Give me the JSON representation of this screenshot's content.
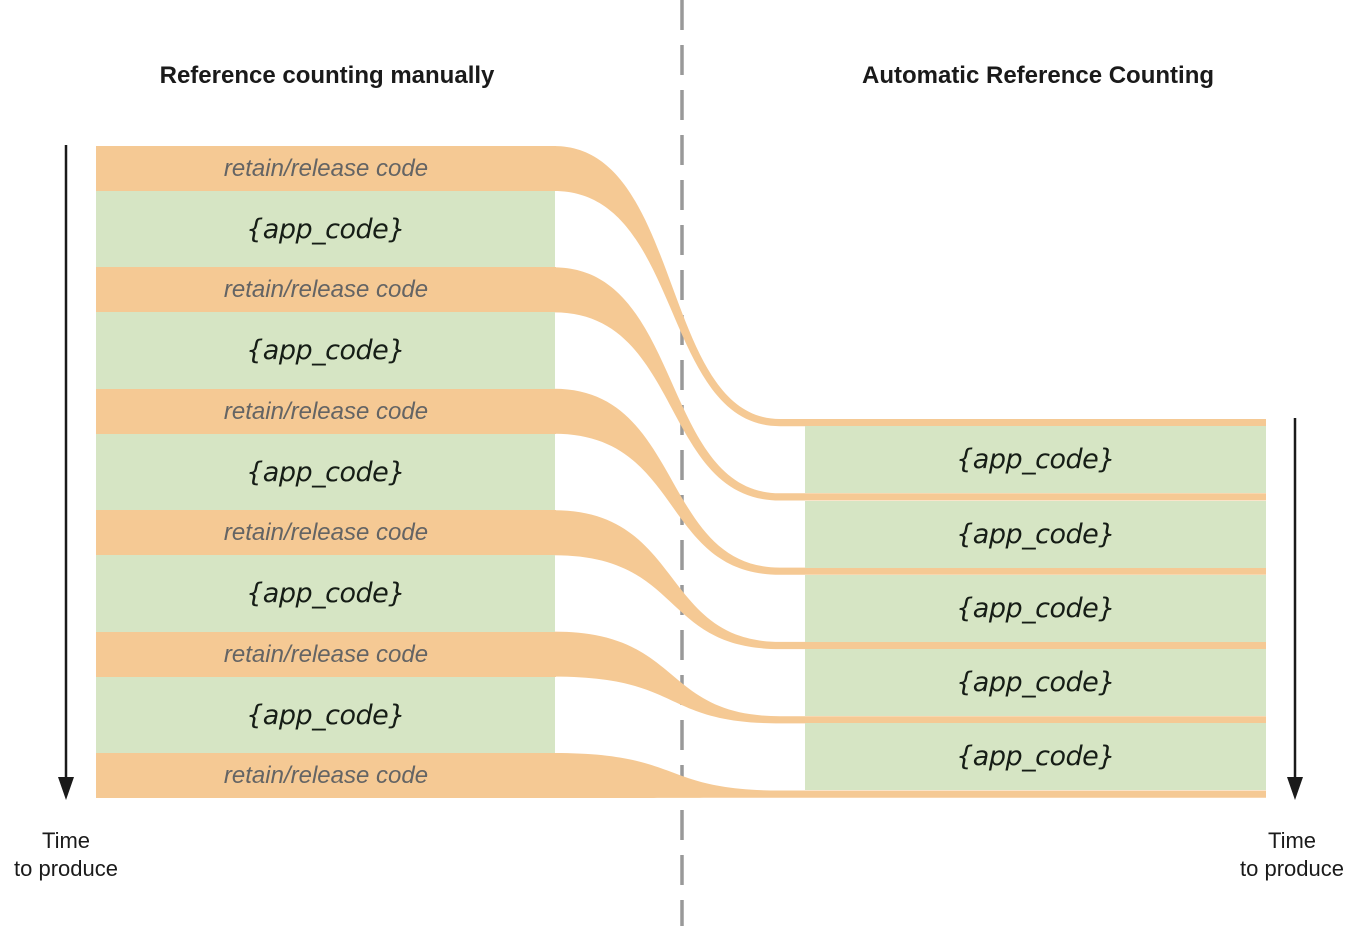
{
  "titles": {
    "left": "Reference counting manually",
    "right": "Automatic Reference Counting"
  },
  "left_column": {
    "bands": [
      {
        "type": "retain",
        "label": "retain/release code"
      },
      {
        "type": "app",
        "label": "{app_code}"
      },
      {
        "type": "retain",
        "label": "retain/release code"
      },
      {
        "type": "app",
        "label": "{app_code}"
      },
      {
        "type": "retain",
        "label": "retain/release code"
      },
      {
        "type": "app",
        "label": "{app_code}"
      },
      {
        "type": "retain",
        "label": "retain/release code"
      },
      {
        "type": "app",
        "label": "{app_code}"
      },
      {
        "type": "retain",
        "label": "retain/release code"
      },
      {
        "type": "app",
        "label": "{app_code}"
      },
      {
        "type": "retain",
        "label": "retain/release code"
      }
    ]
  },
  "right_column": {
    "blocks": [
      "{app_code}",
      "{app_code}",
      "{app_code}",
      "{app_code}",
      "{app_code}"
    ]
  },
  "time_axis": {
    "left_line1": "Time",
    "left_line2": "to produce",
    "right_line1": "Time",
    "right_line2": "to produce"
  },
  "colors": {
    "orange": "#F5C994",
    "green": "#D6E5C4",
    "gray_text": "#646464",
    "dash_gray": "#999999",
    "arrow_black": "#1a1a1a"
  }
}
